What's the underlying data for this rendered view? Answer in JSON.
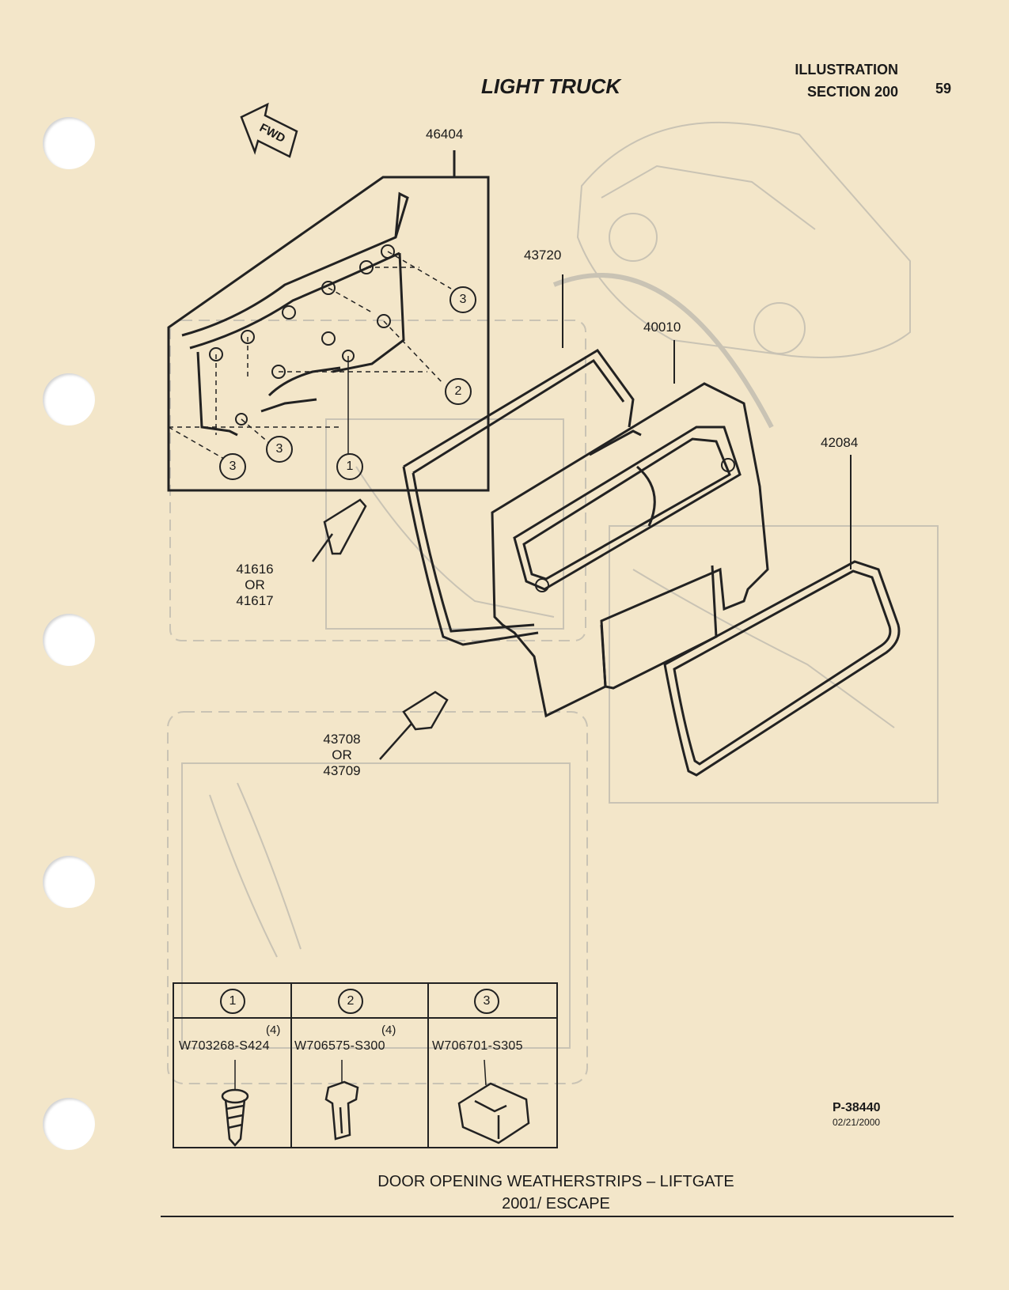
{
  "header": {
    "title": "LIGHT TRUCK",
    "illustration_label": "ILLUSTRATION",
    "section_label": "SECTION 200",
    "page_number": "59"
  },
  "arrow_label": "FWD",
  "parts": {
    "p46404": "46404",
    "p43720": "43720",
    "p40010": "40010",
    "p42084": "42084",
    "p41616": "41616",
    "or1": "OR",
    "p41617": "41617",
    "p43708": "43708",
    "or2": "OR",
    "p43709": "43709"
  },
  "callouts": [
    "1",
    "2",
    "3"
  ],
  "fastener_table": [
    {
      "callout": "1",
      "qty": "(4)",
      "part": "W703268-S424"
    },
    {
      "callout": "2",
      "qty": "(4)",
      "part": "W706575-S300"
    },
    {
      "callout": "3",
      "qty": "",
      "part": "W706701-S305"
    }
  ],
  "figure_id": "P-38440",
  "figure_date": "02/21/2000",
  "caption": {
    "line1": "DOOR OPENING WEATHERSTRIPS – LIFTGATE",
    "line2": "2001/ ESCAPE"
  }
}
